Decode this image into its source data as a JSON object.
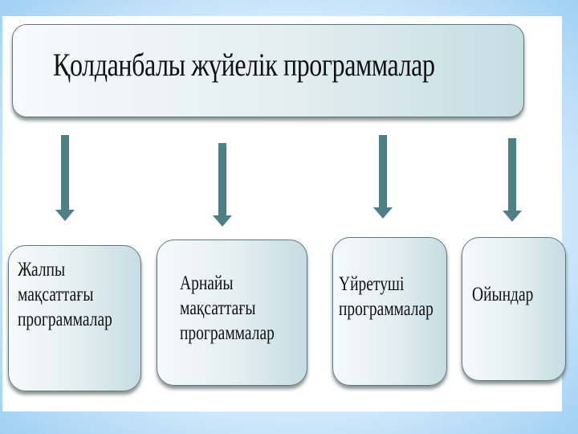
{
  "root": {
    "label": "Қолданбалы жүйелік программалар"
  },
  "children": [
    {
      "lines": [
        "Жалпы",
        "мақсаттағы",
        "программалар"
      ]
    },
    {
      "lines": [
        "Арнайы",
        "мақсаттағы",
        "программалар"
      ]
    },
    {
      "lines": [
        "Үйретуші",
        "программалар"
      ]
    },
    {
      "lines": [
        "Ойындар"
      ]
    }
  ],
  "colors": {
    "arrow": "#4d7f86",
    "border": "#5f7a7e"
  }
}
